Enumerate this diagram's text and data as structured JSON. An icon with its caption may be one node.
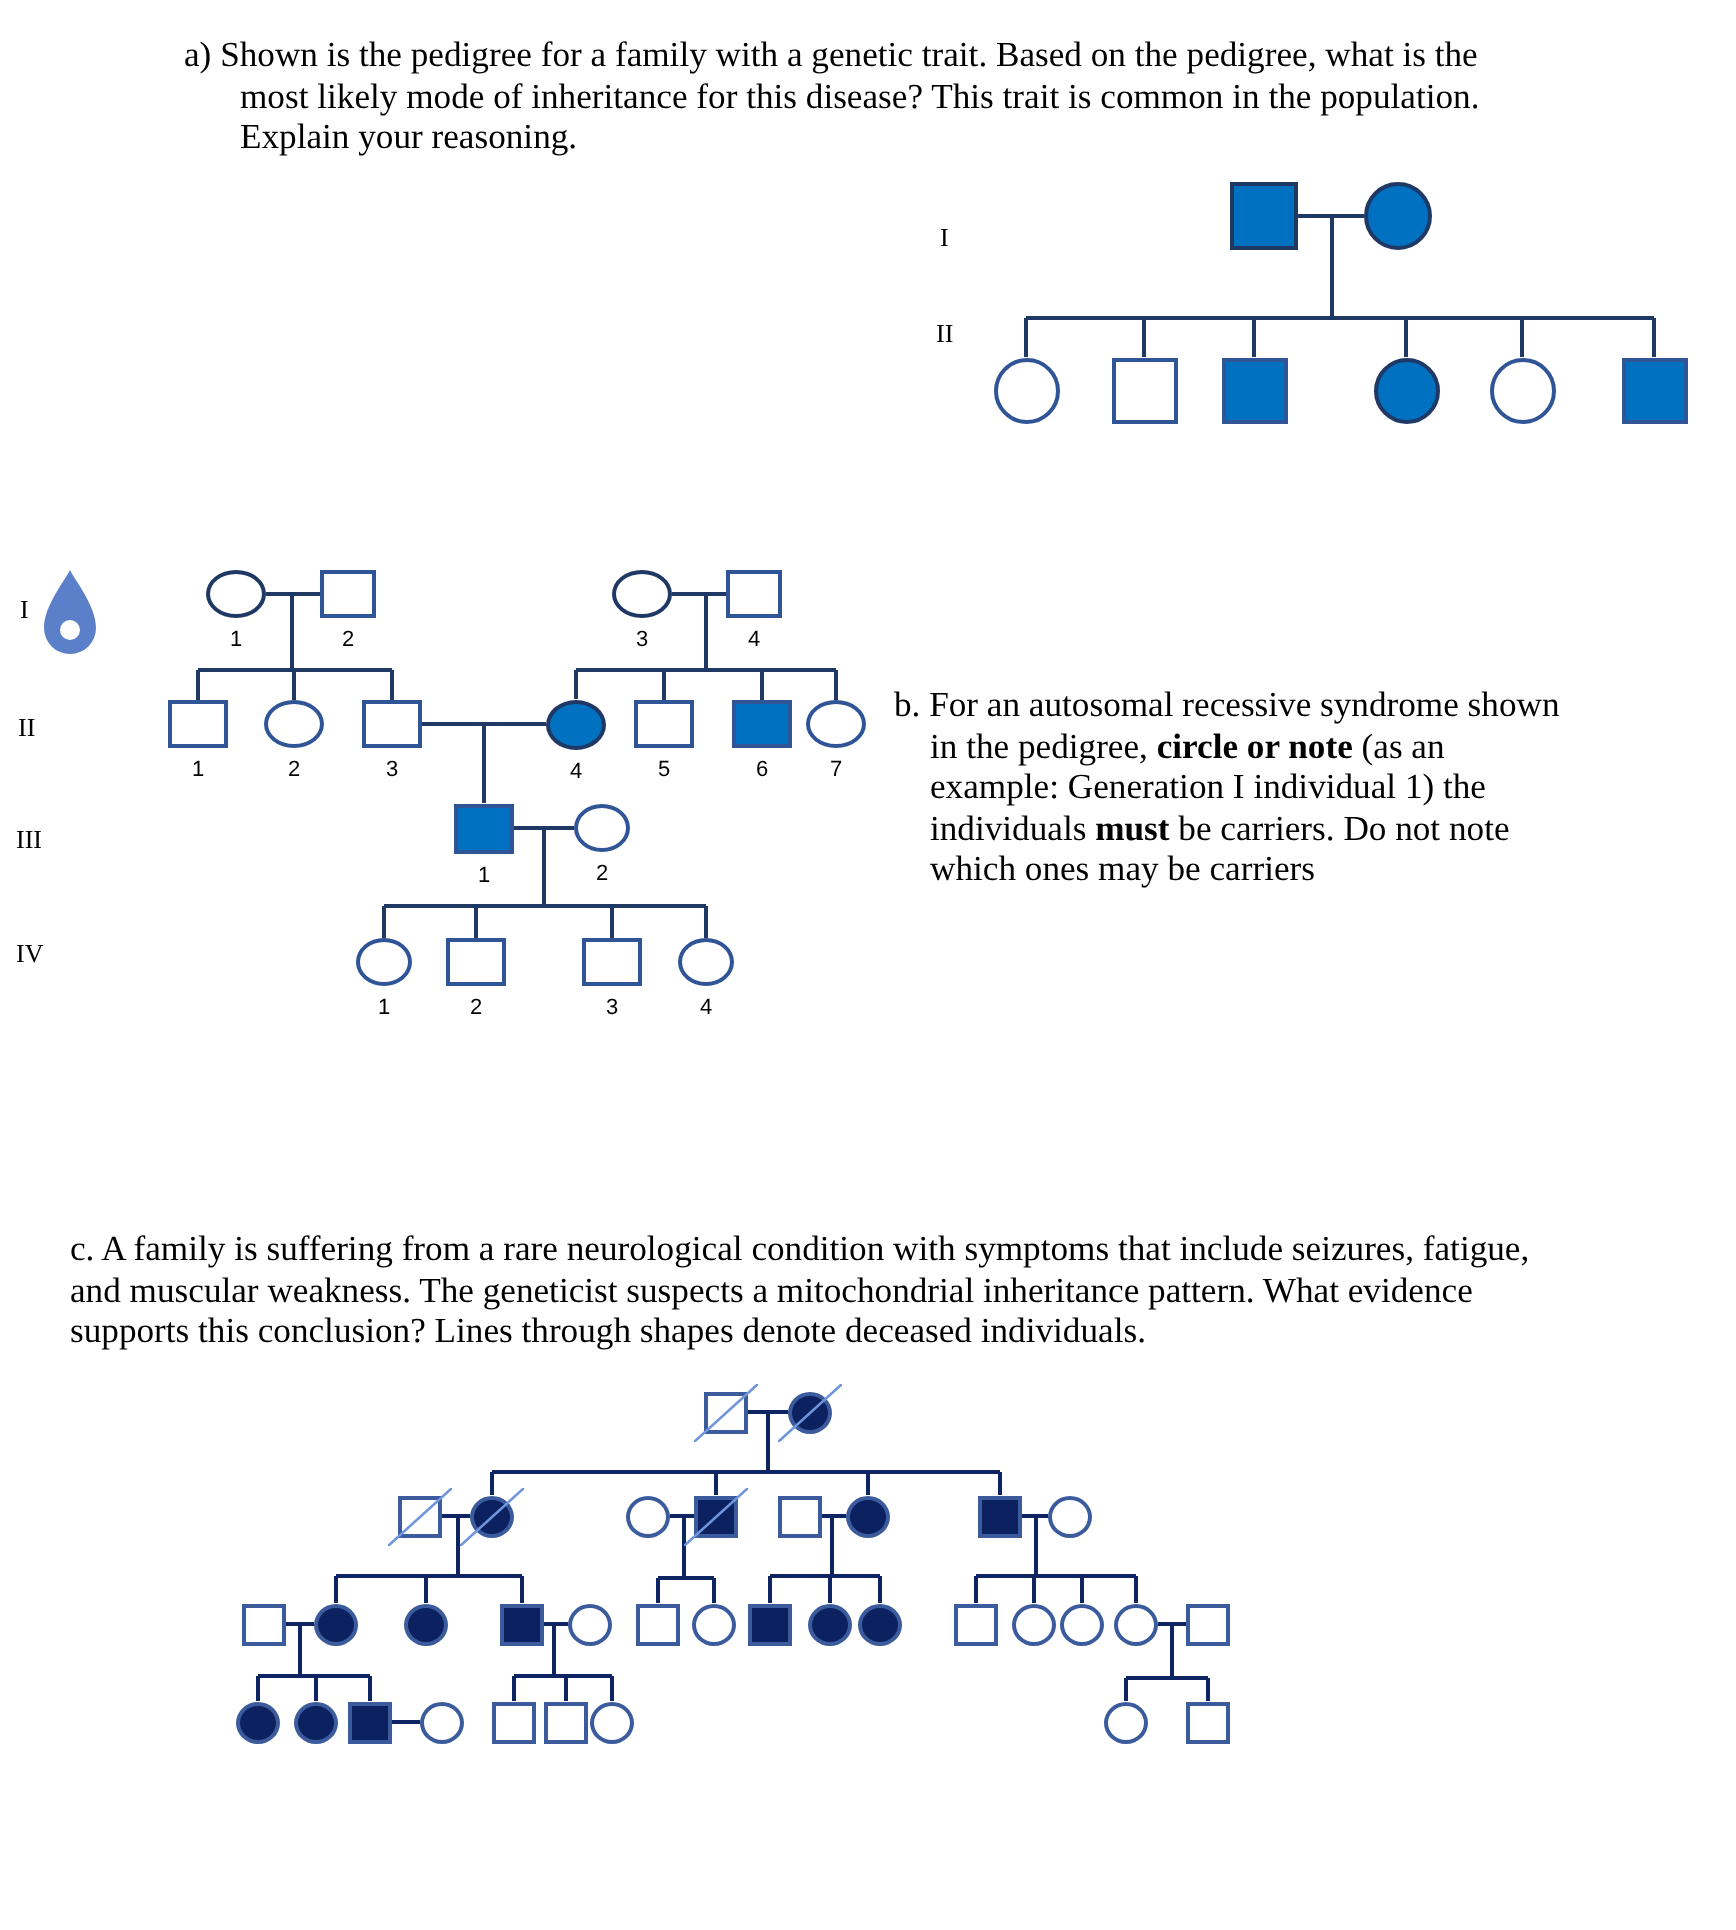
{
  "diagram": {
    "nodes": [
      {
        "text": [],
        "shape": "square"
      },
      {
        "text": [],
        "shape": "circle"
      },
      {
        "text": [],
        "shape": "circle"
      },
      {
        "text": [],
        "shape": "square"
      },
      {
        "text": [],
        "shape": "square"
      },
      {
        "text": [],
        "shape": "circle"
      },
      {
        "text": [],
        "shape": "circle"
      },
      {
        "text": [],
        "shape": "square"
      },
      {
        "text": [],
        "shape": "circle",
        "beside": [
          "1"
        ]
      },
      {
        "text": [],
        "shape": "square",
        "beside": [
          "2"
        ]
      },
      {
        "text": [],
        "shape": "circle",
        "beside": [
          "3"
        ]
      },
      {
        "text": [],
        "shape": "square",
        "beside": [
          "4"
        ]
      },
      {
        "text": [],
        "shape": "square",
        "beside": [
          "1"
        ]
      },
      {
        "text": [],
        "shape": "circle",
        "beside": [
          "2"
        ]
      },
      {
        "text": [],
        "shape": "square",
        "beside": [
          "3"
        ]
      },
      {
        "text": [],
        "shape": "circle",
        "beside": [
          "4"
        ]
      },
      {
        "text": [],
        "shape": "square",
        "beside": [
          "5"
        ]
      },
      {
        "text": [],
        "shape": "square",
        "beside": [
          "6"
        ]
      },
      {
        "text": [],
        "shape": "circle",
        "beside": [
          "7"
        ]
      },
      {
        "text": [],
        "shape": "square",
        "beside": [
          "1"
        ]
      },
      {
        "text": [],
        "shape": "circle",
        "beside": [
          "2"
        ]
      },
      {
        "text": [],
        "shape": "circle",
        "beside": [
          "1"
        ]
      },
      {
        "text": [],
        "shape": "square",
        "beside": [
          "2"
        ]
      },
      {
        "text": [],
        "shape": "square",
        "beside": [
          "3"
        ]
      },
      {
        "text": [],
        "shape": "circle",
        "beside": [
          "4"
        ]
      },
      {
        "text": [],
        "shape": "square"
      },
      {
        "text": [],
        "shape": "circle"
      },
      {
        "text": [],
        "shape": "square"
      },
      {
        "text": [],
        "shape": "circle"
      },
      {
        "text": [],
        "shape": "circle"
      },
      {
        "text": [],
        "shape": "square"
      },
      {
        "text": [],
        "shape": "square"
      },
      {
        "text": [],
        "shape": "circle"
      },
      {
        "text": [],
        "shape": "square"
      },
      {
        "text": [],
        "shape": "circle"
      },
      {
        "text": [],
        "shape": "square"
      },
      {
        "text": [],
        "shape": "circle"
      },
      {
        "text": [],
        "shape": "circle"
      },
      {
        "text": [],
        "shape": "square"
      },
      {
        "text": [],
        "shape": "circle"
      },
      {
        "text": [],
        "shape": "square"
      },
      {
        "text": [],
        "shape": "circle"
      },
      {
        "text": [],
        "shape": "square"
      },
      {
        "text": [],
        "shape": "circle"
      },
      {
        "text": [],
        "shape": "circle"
      },
      {
        "text": [],
        "shape": "square"
      },
      {
        "text": [],
        "shape": "circle"
      },
      {
        "text": [],
        "shape": "circle"
      },
      {
        "text": [],
        "shape": "circle"
      },
      {
        "text": [],
        "shape": "square"
      },
      {
        "text": [],
        "shape": "circle"
      },
      {
        "text": [],
        "shape": "circle"
      },
      {
        "text": [],
        "shape": "square"
      },
      {
        "text": [],
        "shape": "circle"
      },
      {
        "text": [],
        "shape": "square"
      },
      {
        "text": [],
        "shape": "square"
      },
      {
        "text": [],
        "shape": "circle"
      },
      {
        "text": [],
        "shape": "circle"
      },
      {
        "text": [],
        "shape": "square"
      }
    ],
    "edges": [
      {
        "from": 0,
        "to": 1,
        "arrow": "none"
      },
      {
        "from": 0,
        "to": 2,
        "arrow": "none"
      },
      {
        "from": 0,
        "to": 3,
        "arrow": "none"
      },
      {
        "from": 0,
        "to": 4,
        "arrow": "none"
      },
      {
        "from": 0,
        "to": 5,
        "arrow": "none"
      },
      {
        "from": 0,
        "to": 6,
        "arrow": "none"
      },
      {
        "from": 0,
        "to": 7,
        "arrow": "none"
      },
      {
        "from": 1,
        "to": 2,
        "arrow": "none"
      },
      {
        "from": 1,
        "to": 3,
        "arrow": "none"
      },
      {
        "from": 1,
        "to": 4,
        "arrow": "none"
      },
      {
        "from": 1,
        "to": 5,
        "arrow": "none"
      },
      {
        "from": 1,
        "to": 6,
        "arrow": "none"
      },
      {
        "from": 1,
        "to": 7,
        "arrow": "none"
      },
      {
        "from": 8,
        "to": 9,
        "arrow": "none"
      },
      {
        "from": 8,
        "to": 12,
        "arrow": "none"
      },
      {
        "from": 8,
        "to": 13,
        "arrow": "none"
      },
      {
        "from": 8,
        "to": 14,
        "arrow": "none"
      },
      {
        "from": 9,
        "to": 12,
        "arrow": "none"
      },
      {
        "from": 9,
        "to": 13,
        "arrow": "none"
      },
      {
        "from": 9,
        "to": 14,
        "arrow": "none"
      },
      {
        "from": 10,
        "to": 11,
        "arrow": "none"
      },
      {
        "from": 10,
        "to": 15,
        "arrow": "none"
      },
      {
        "from": 10,
        "to": 16,
        "arrow": "none"
      },
      {
        "from": 10,
        "to": 17,
        "arrow": "none"
      },
      {
        "from": 10,
        "to": 18,
        "arrow": "none"
      },
      {
        "from": 11,
        "to": 15,
        "arrow": "none"
      },
      {
        "from": 11,
        "to": 16,
        "arrow": "none"
      },
      {
        "from": 11,
        "to": 17,
        "arrow": "none"
      },
      {
        "from": 11,
        "to": 18,
        "arrow": "none"
      },
      {
        "from": 14,
        "to": 15,
        "arrow": "none"
      },
      {
        "from": 14,
        "to": 19,
        "arrow": "none"
      },
      {
        "from": 15,
        "to": 19,
        "arrow": "none"
      },
      {
        "from": 19,
        "to": 20,
        "arrow": "none"
      },
      {
        "from": 19,
        "to": 21,
        "arrow": "none"
      },
      {
        "from": 19,
        "to": 22,
        "arrow": "none"
      },
      {
        "from": 19,
        "to": 23,
        "arrow": "none"
      },
      {
        "from": 19,
        "to": 24,
        "arrow": "none"
      },
      {
        "from": 20,
        "to": 21,
        "arrow": "none"
      },
      {
        "from": 20,
        "to": 22,
        "arrow": "none"
      },
      {
        "from": 20,
        "to": 23,
        "arrow": "none"
      },
      {
        "from": 20,
        "to": 24,
        "arrow": "none"
      },
      {
        "from": 25,
        "to": 26,
        "arrow": "none"
      },
      {
        "from": 25,
        "to": 28,
        "arrow": "none"
      },
      {
        "from": 25,
        "to": 30,
        "arrow": "none"
      },
      {
        "from": 25,
        "to": 32,
        "arrow": "none"
      },
      {
        "from": 25,
        "to": 33,
        "arrow": "none"
      },
      {
        "from": 26,
        "to": 28,
        "arrow": "none"
      },
      {
        "from": 26,
        "to": 30,
        "arrow": "none"
      },
      {
        "from": 26,
        "to": 32,
        "arrow": "none"
      },
      {
        "from": 26,
        "to": 33,
        "arrow": "none"
      },
      {
        "from": 27,
        "to": 28,
        "arrow": "none"
      },
      {
        "from": 27,
        "to": 36,
        "arrow": "none"
      },
      {
        "from": 27,
        "to": 37,
        "arrow": "none"
      },
      {
        "from": 27,
        "to": 38,
        "arrow": "none"
      },
      {
        "from": 28,
        "to": 36,
        "arrow": "none"
      },
      {
        "from": 28,
        "to": 37,
        "arrow": "none"
      },
      {
        "from": 28,
        "to": 38,
        "arrow": "none"
      },
      {
        "from": 29,
        "to": 30,
        "arrow": "none"
      },
      {
        "from": 29,
        "to": 40,
        "arrow": "none"
      },
      {
        "from": 29,
        "to": 41,
        "arrow": "none"
      },
      {
        "from": 30,
        "to": 40,
        "arrow": "none"
      },
      {
        "from": 30,
        "to": 41,
        "arrow": "none"
      },
      {
        "from": 31,
        "to": 32,
        "arrow": "none"
      },
      {
        "from": 31,
        "to": 42,
        "arrow": "none"
      },
      {
        "from": 31,
        "to": 43,
        "arrow": "none"
      },
      {
        "from": 31,
        "to": 44,
        "arrow": "none"
      },
      {
        "from": 32,
        "to": 42,
        "arrow": "none"
      },
      {
        "from": 32,
        "to": 43,
        "arrow": "none"
      },
      {
        "from": 32,
        "to": 44,
        "arrow": "none"
      },
      {
        "from": 33,
        "to": 34,
        "arrow": "none"
      },
      {
        "from": 33,
        "to": 45,
        "arrow": "none"
      },
      {
        "from": 33,
        "to": 46,
        "arrow": "none"
      },
      {
        "from": 33,
        "to": 47,
        "arrow": "none"
      },
      {
        "from": 33,
        "to": 48,
        "arrow": "none"
      },
      {
        "from": 34,
        "to": 45,
        "arrow": "none"
      },
      {
        "from": 34,
        "to": 46,
        "arrow": "none"
      },
      {
        "from": 34,
        "to": 47,
        "arrow": "none"
      },
      {
        "from": 34,
        "to": 48,
        "arrow": "none"
      },
      {
        "from": 35,
        "to": 36,
        "arrow": "none"
      },
      {
        "from": 35,
        "to": 50,
        "arrow": "none"
      },
      {
        "from": 35,
        "to": 51,
        "arrow": "none"
      },
      {
        "from": 35,
        "to": 52,
        "arrow": "none"
      },
      {
        "from": 36,
        "to": 50,
        "arrow": "none"
      },
      {
        "from": 36,
        "to": 51,
        "arrow": "none"
      },
      {
        "from": 36,
        "to": 52,
        "arrow": "none"
      },
      {
        "from": 38,
        "to": 39,
        "arrow": "none"
      },
      {
        "from": 38,
        "to": 54,
        "arrow": "none"
      },
      {
        "from": 38,
        "to": 55,
        "arrow": "none"
      },
      {
        "from": 38,
        "to": 56,
        "arrow": "none"
      },
      {
        "from": 39,
        "to": 54,
        "arrow": "none"
      },
      {
        "from": 39,
        "to": 55,
        "arrow": "none"
      },
      {
        "from": 39,
        "to": 56,
        "arrow": "none"
      },
      {
        "from": 48,
        "to": 49,
        "arrow": "none"
      },
      {
        "from": 48,
        "to": 57,
        "arrow": "none"
      },
      {
        "from": 48,
        "to": 58,
        "arrow": "none"
      },
      {
        "from": 49,
        "to": 57,
        "arrow": "none"
      },
      {
        "from": 49,
        "to": 58,
        "arrow": "none"
      },
      {
        "from": 52,
        "to": 53,
        "arrow": "none"
      }
    ],
    "labels": [
      "a) Shown is the pedigree for a family with a genetic trait. Based on the pedigree, what is the most likely mode of inheritance for this disease? This trait is common in the population. Explain your reasoning.",
      "I",
      "II",
      "I",
      "II",
      "III",
      "IV",
      "b. For an autosomal recessive syndrome shown in the pedigree, **circle or note** (as an example: Generation I individual 1) the individuals **must** be carriers. Do not note which ones may be carriers",
      "c. A family is suffering from a rare neurological condition with symptoms that include seizures, fatigue, and muscular weakness. The geneticist suspects a mitochondrial inheritance pattern. What evidence supports this conclusion? Lines through shapes denote deceased individuals."
    ]
  }
}
